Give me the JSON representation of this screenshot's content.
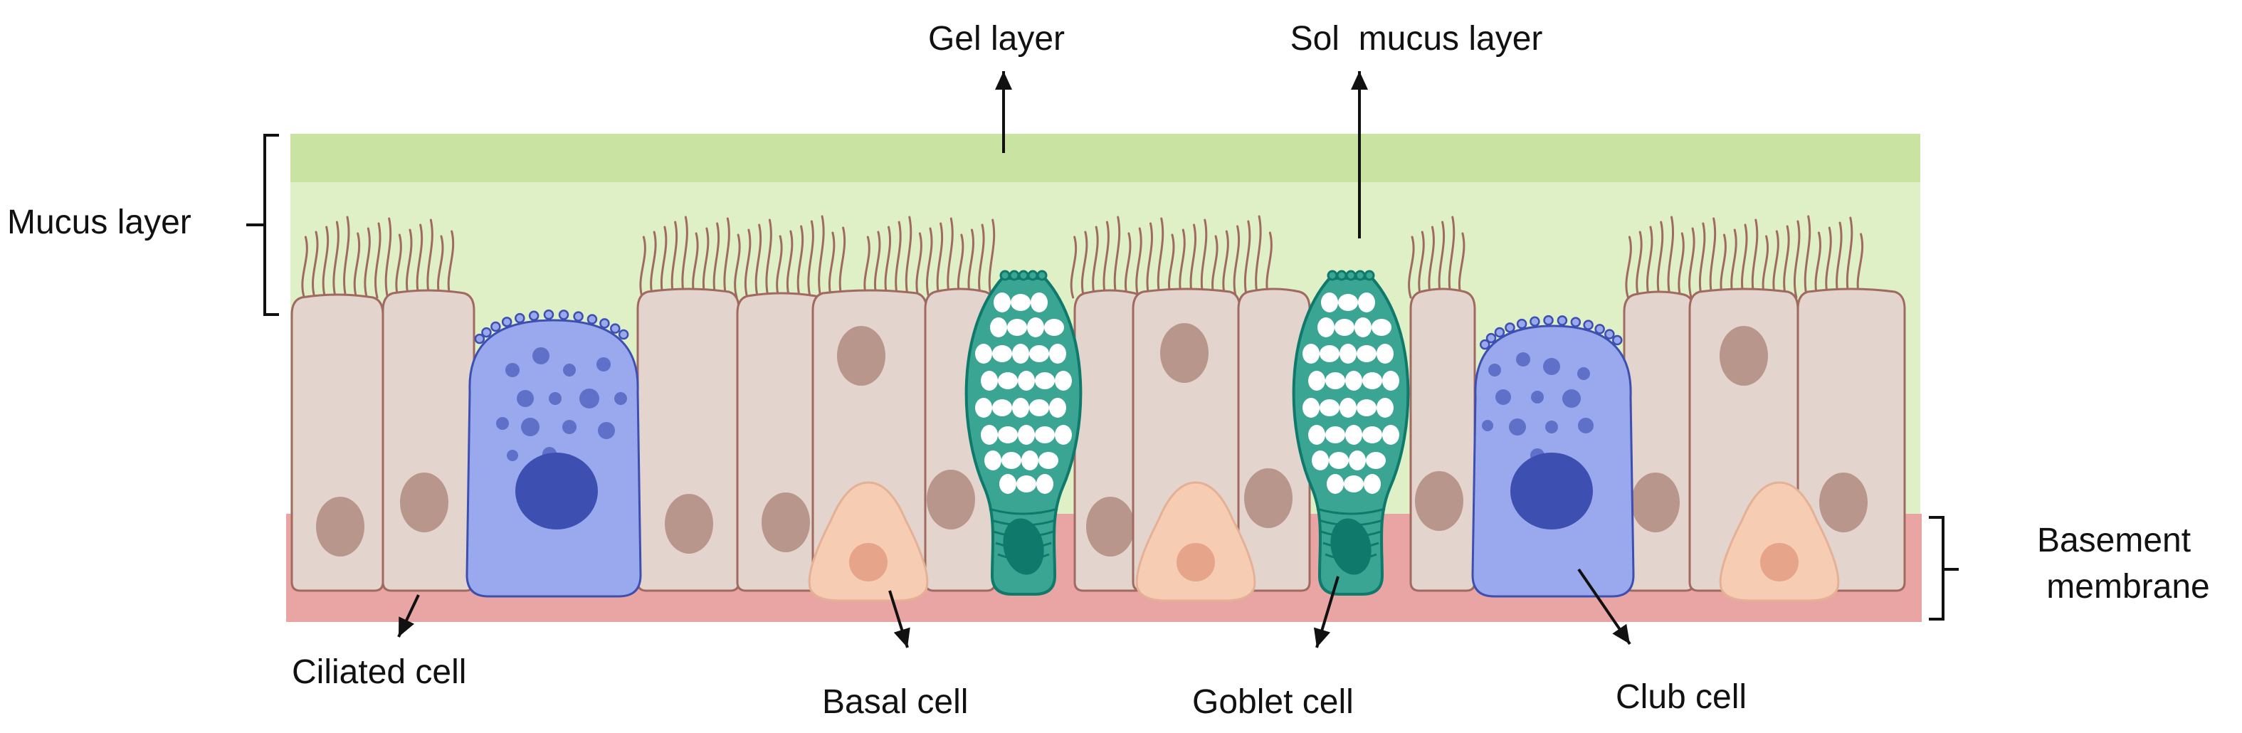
{
  "labels": {
    "gel_layer": "Gel layer",
    "sol_mucus_layer": "Sol  mucus layer",
    "mucus_layer": "Mucus layer",
    "basement_line1": "Basement",
    "basement_line2": "membrane",
    "ciliated_cell": "Ciliated cell",
    "basal_cell": "Basal cell",
    "goblet_cell": "Goblet cell",
    "club_cell": "Club cell"
  },
  "colors": {
    "gel_layer": "#c9e3a2",
    "sol_layer": "#dff0c6",
    "basement_membrane": "#e9a5a3",
    "ciliated_cell_fill": "#e3d4cd",
    "ciliated_cell_outline": "#a06a60",
    "nucleus": "#b9968c",
    "club_cell_fill": "#9aa9ee",
    "club_cell_dark": "#3d4fb0",
    "goblet_cell_fill": "#3aa592",
    "goblet_cell_dark": "#0f7a6c",
    "basal_cell_fill": "#f6cdb2",
    "basal_nucleus": "#e6a48a"
  },
  "icons": [
    "arrow-icon",
    "bracket-icon"
  ]
}
